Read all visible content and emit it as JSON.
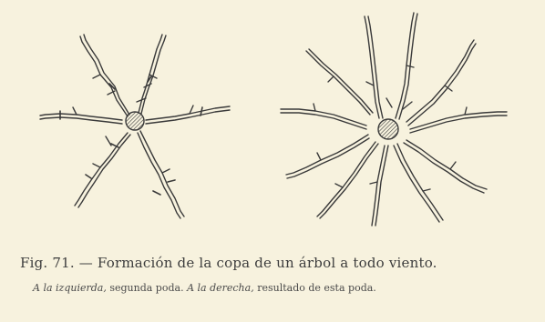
{
  "figure": {
    "caption": "Fig. 71. — Formación de la copa de un árbol a todo viento.",
    "subcaption_left_italic": "A la izquierda,",
    "subcaption_left": " segunda poda. ",
    "subcaption_right_italic": "A la derecha,",
    "subcaption_right": " resultado de esta poda."
  },
  "colors": {
    "paper": "#f7f2de",
    "ink": "#3a3a3a"
  }
}
